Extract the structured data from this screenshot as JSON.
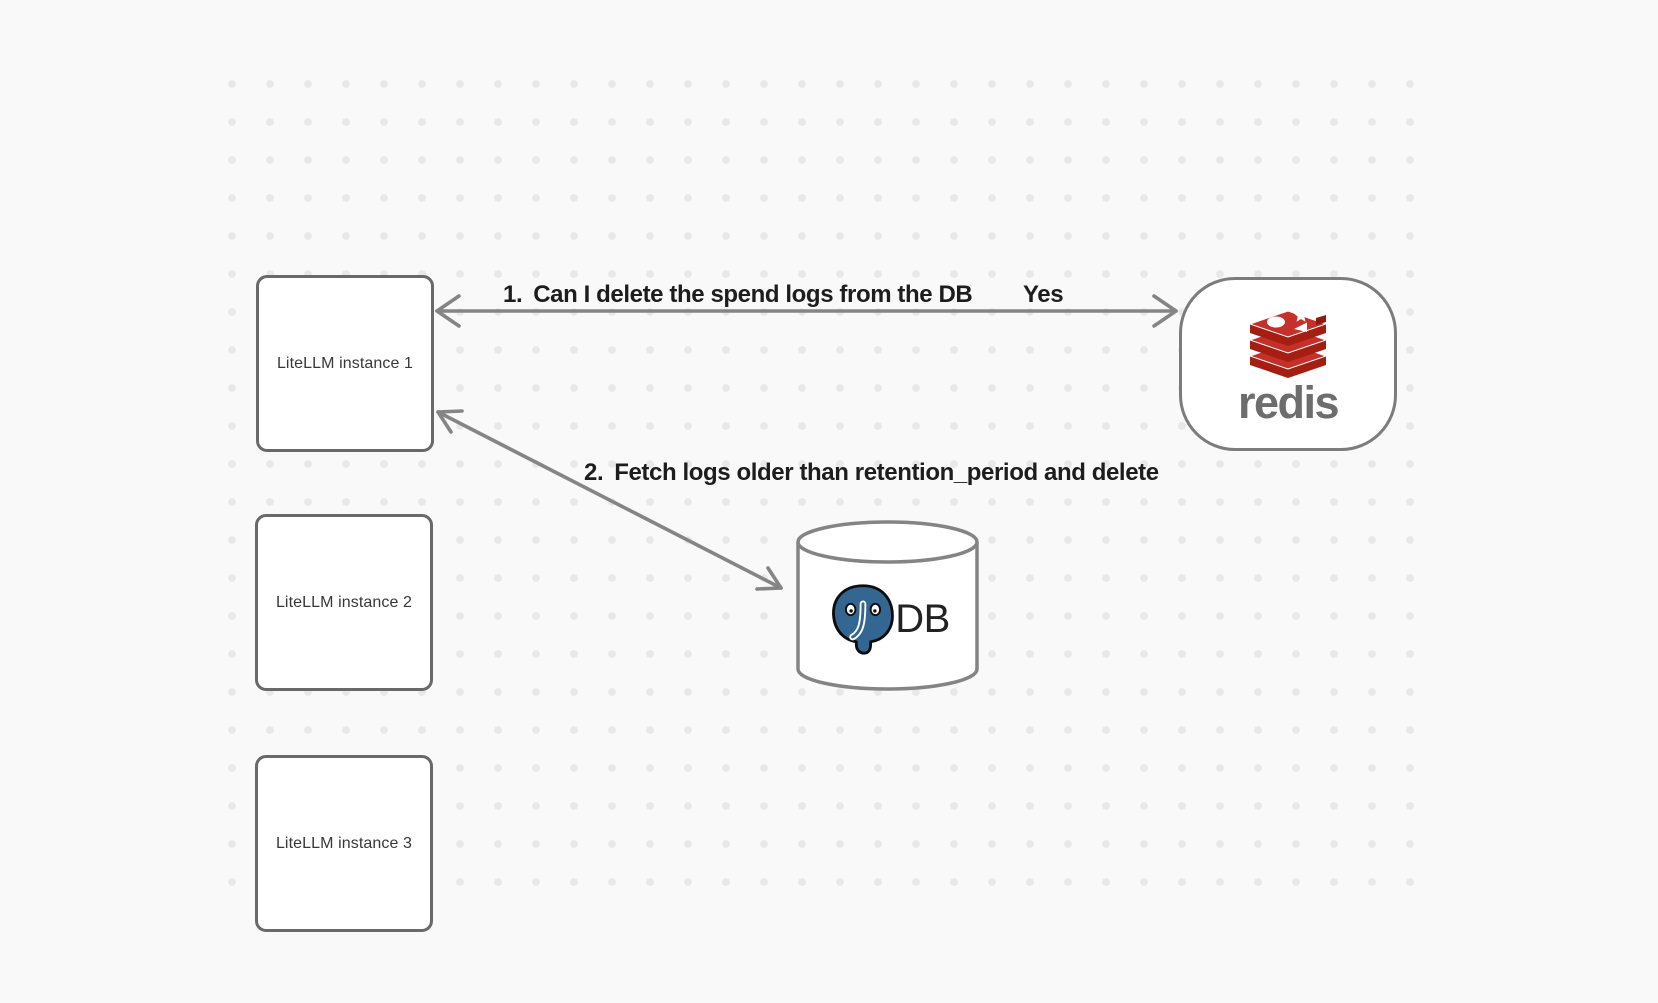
{
  "canvas": {
    "background_color": "#f9f9f9",
    "dot_color": "#e8e8e8"
  },
  "nodes": {
    "litellm1": {
      "label": "LiteLLM instance 1"
    },
    "litellm2": {
      "label": "LiteLLM instance 2"
    },
    "litellm3": {
      "label": "LiteLLM instance 3"
    },
    "redis": {
      "label": "redis"
    },
    "db": {
      "label": "DB"
    }
  },
  "arrows": {
    "arrow1": {
      "number": "1.",
      "text": "Can I delete the spend logs from the DB",
      "response": "Yes",
      "from": "redis",
      "to": "litellm1"
    },
    "arrow2": {
      "number": "2.",
      "text": "Fetch logs older than retention_period and delete",
      "from": "litellm1",
      "to": "db"
    }
  },
  "colors": {
    "box_border": "#696969",
    "arrow_stroke": "#858585",
    "label_text": "#1d1d1d",
    "redis_red": "#c6302b",
    "redis_dark_red": "#a41e11",
    "redis_wordmark": "#6d6d6d",
    "postgres_blue": "#336791",
    "cylinder_stroke": "#848484"
  }
}
